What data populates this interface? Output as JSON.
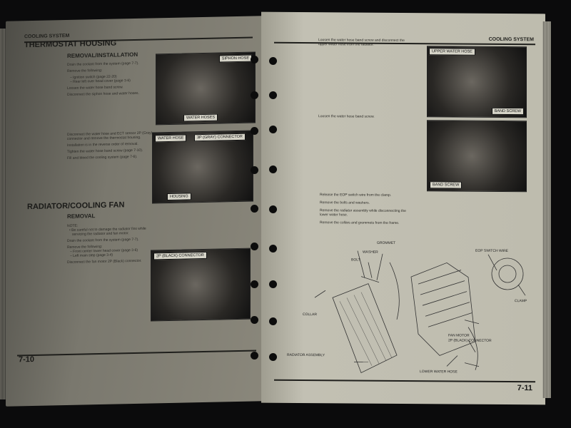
{
  "left_page": {
    "header": "COOLING SYSTEM",
    "section1_title": "THERMOSTAT HOUSING",
    "section1_sub": "REMOVAL/INSTALLATION",
    "steps1": [
      "Drain the coolant from the system (page 7-7).",
      "Remove the following:",
      "– Ignition switch (page 22-20)",
      "– Rear left over head cover (page 3-6)",
      "Loosen the water hose band screw.",
      "Disconnect the siphon hose and water hoses."
    ],
    "steps2": [
      "Disconnect the water hose and ECT sensor 2P (Gray)",
      "connector and remove the thermostat housing.",
      "Installation is in the reverse order of removal.",
      "Tighten the water hose band screw (page 7-10).",
      "Fill and bleed the cooling system (page 7-6)."
    ],
    "section2_title": "RADIATOR/COOLING FAN",
    "section2_sub": "REMOVAL",
    "steps3": [
      "NOTE:",
      "• Be careful not to damage the radiator fins while",
      "servicing the radiator and fan motor.",
      "Drain the coolant from the system (page 7-7).",
      "Remove the following:",
      "– Front center lower head cover (page 3-6)",
      "– Left main step (page 3-4)",
      "Disconnect the fan motor 2P (Black) connector."
    ],
    "photo_labels": {
      "siphon": "SIPHON HOSE",
      "water_hoses": "WATER HOSES",
      "water_hose": "WATER HOSE",
      "connector3p": "3P (GRAY) CONNECTOR",
      "housing": "HOUSING",
      "connector2p": "2P (BLACK) CONNECTOR"
    },
    "page_number": "7-10"
  },
  "right_page": {
    "header": "COOLING SYSTEM",
    "step_a": [
      "Loosen the water hose band screw and disconnect the",
      "upper water hose from the radiator."
    ],
    "step_b": "Loosen the water hose band screw.",
    "steps_c": [
      "Release the EOP switch wire from the clamp.",
      "Remove the bolts and washers.",
      "Remove the radiator assembly while disconnecting the",
      "lower water hose.",
      "Remove the collars and grommets from the frame."
    ],
    "photo_labels": {
      "upper": "UPPER WATER HOSE",
      "band1": "BAND SCREW",
      "band2": "BAND SCREW"
    },
    "diagram_labels": {
      "grommet": "GROMMET",
      "washer": "WASHER",
      "bolt": "BOLT",
      "eop": "EOP SWITCH WIRE",
      "clamp": "CLAMP",
      "collar": "COLLAR",
      "fan1": "FAN MOTOR",
      "fan2": "2P (BLACK) CONNECTOR",
      "radiator": "RADIATOR ASSEMBLY",
      "lower": "LOWER WATER HOSE"
    },
    "page_number": "7-11"
  }
}
